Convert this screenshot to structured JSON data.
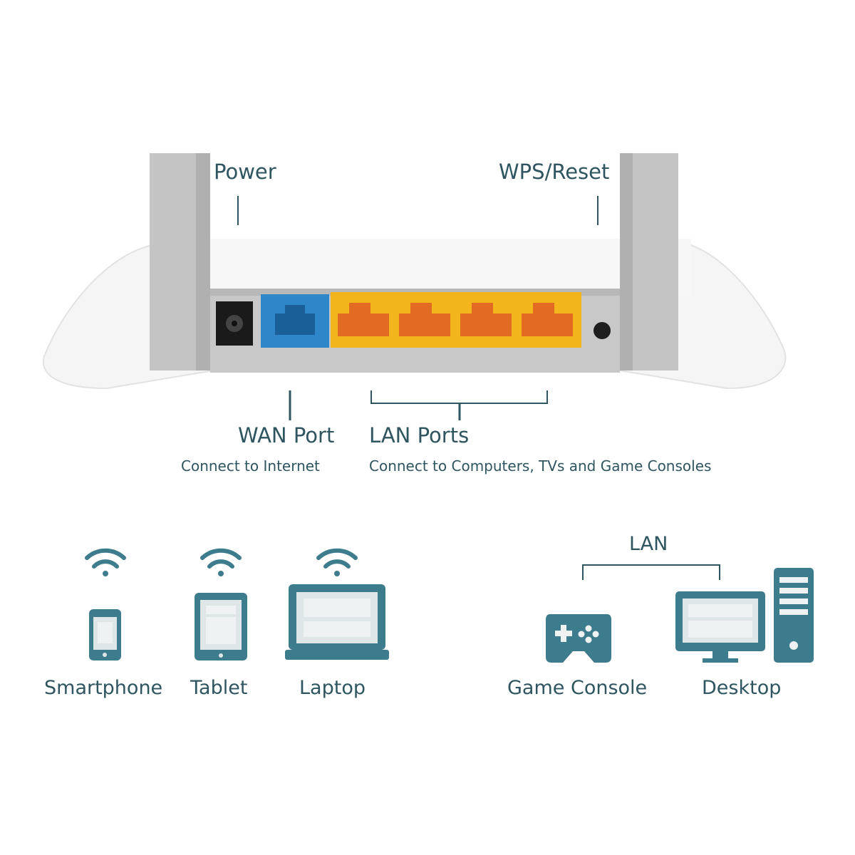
{
  "router": {
    "power_label": "Power",
    "wps_label": "WPS/Reset",
    "wan_port_label": "WAN Port",
    "wan_port_desc": "Connect to Internet",
    "lan_ports_label": "LAN Ports",
    "lan_ports_desc": "Connect to Computers, TVs and Game Consoles",
    "colors": {
      "body": "#f4f4f4",
      "panel": "#c9c9c9",
      "antenna": "#c4c4c4",
      "wan_port": "#2f86c8",
      "lan_port": "#f2b51c",
      "jack": "#e26a22",
      "text": "#2e5560"
    }
  },
  "devices": {
    "wireless": [
      {
        "label": "Smartphone",
        "icon": "smartphone-icon"
      },
      {
        "label": "Tablet",
        "icon": "tablet-icon"
      },
      {
        "label": "Laptop",
        "icon": "laptop-icon"
      }
    ],
    "lan_label": "LAN",
    "wired": [
      {
        "label": "Game Console",
        "icon": "game-console-icon"
      },
      {
        "label": "Desktop",
        "icon": "desktop-icon"
      }
    ],
    "icon_color": "#3d7c8c"
  }
}
